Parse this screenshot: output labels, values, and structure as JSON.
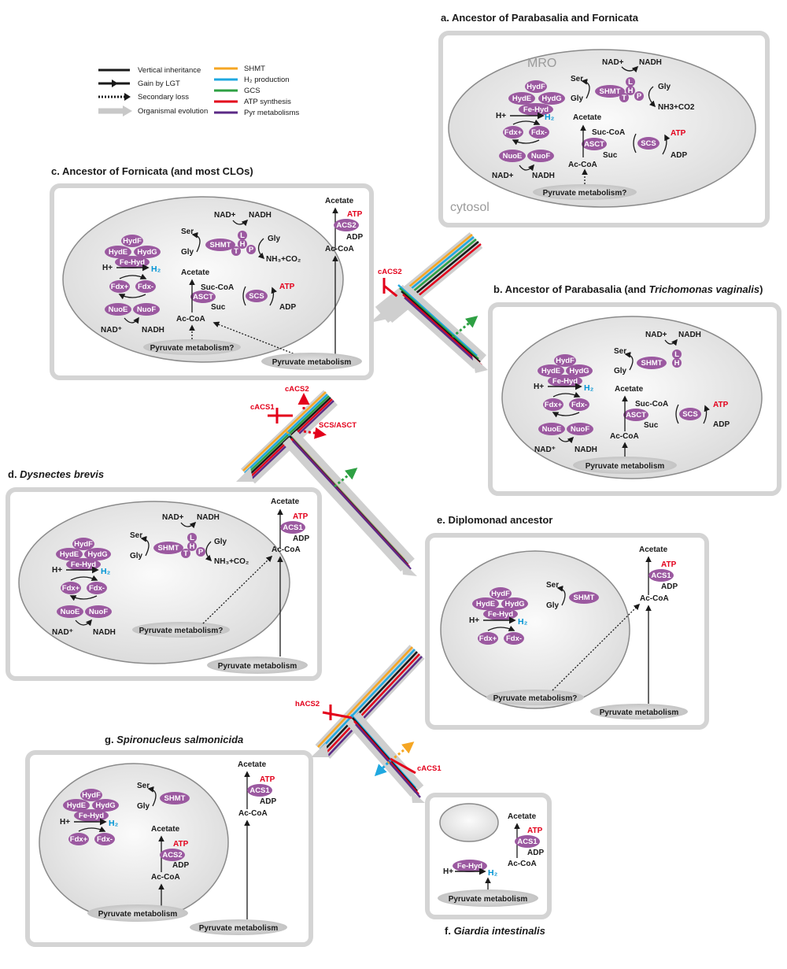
{
  "legend": {
    "vertical": "Vertical inheritance",
    "gain": "Gain by LGT",
    "loss": "Secondary loss",
    "organismal": "Organismal evolution",
    "shmt": "SHMT",
    "h2": "H₂ production",
    "gcs": "GCS",
    "atp": "ATP synthesis",
    "pyr": "Pyr metabolisms"
  },
  "colors": {
    "shmt": "#f5a623",
    "h2": "#1fa8e0",
    "gcs": "#2ea043",
    "atp": "#e3001b",
    "pyr": "#5b2a86",
    "enzyme": "#9b59a0",
    "panel_border": "#d4d4d4",
    "cell": "#e8e8e8"
  },
  "panels": {
    "a": {
      "title": "a. Ancestor of Parabasalia and Fornicata",
      "mro": "MRO",
      "cytosol": "cytosol"
    },
    "b": {
      "title_prefix": "b. Ancestor of Parabasalia (and ",
      "title_italic": "Trichomonas vaginalis",
      "title_suffix": ")"
    },
    "c": {
      "title": "c. Ancestor of Fornicata (and most CLOs)"
    },
    "d": {
      "title_prefix": "d. ",
      "title_italic": "Dysnectes brevis"
    },
    "e": {
      "title": "e. Diplomonad ancestor"
    },
    "f": {
      "title_prefix": "f. ",
      "title_italic": "Giardia intestinalis"
    },
    "g": {
      "title_prefix": "g. ",
      "title_italic": "Spironucleus salmonicida"
    }
  },
  "labels": {
    "hydf": "HydF",
    "hyde": "HydE",
    "hydg": "HydG",
    "fehyd": "Fe-Hyd",
    "hplus": "H+",
    "h2": "H₂",
    "fdxox": "Fdx+",
    "fdxred": "Fdx-",
    "nuoe": "NuoE",
    "nuof": "NuoF",
    "nadplus": "NAD+",
    "nadsup": "NAD⁺",
    "nadh": "NADH",
    "ser": "Ser",
    "gly": "Gly",
    "shmt": "SHMT",
    "l": "L",
    "h": "H",
    "t": "T",
    "p": "P",
    "nh3co2": "NH3+CO2",
    "nh3co2sub": "NH₃+CO₂",
    "acetate": "Acetate",
    "succoa": "Suc-CoA",
    "suc": "Suc",
    "accoa": "Ac-CoA",
    "asct": "ASCT",
    "scs": "SCS",
    "atp": "ATP",
    "adp": "ADP",
    "acs1": "ACS1",
    "acs2": "ACS2",
    "pyrq": "Pyruvate metabolism?",
    "pyr": "Pyruvate metabolism"
  },
  "events": {
    "cacs2": "cACS2",
    "cacs1": "cACS1",
    "scsasct": "SCS/ASCT",
    "hacs2": "hACS2"
  }
}
